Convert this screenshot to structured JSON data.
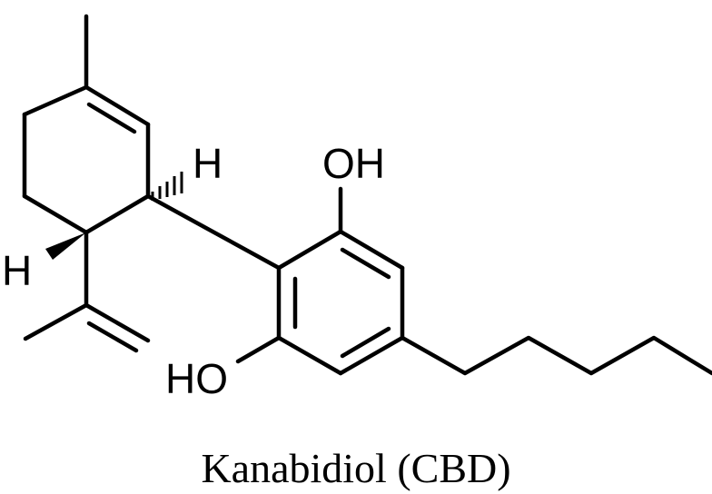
{
  "molecule": {
    "labels": {
      "h_top": "H",
      "h_left": "H",
      "oh_top": "OH",
      "oh_bottom": "HO"
    },
    "caption": "Kanabidiol (CBD)"
  }
}
